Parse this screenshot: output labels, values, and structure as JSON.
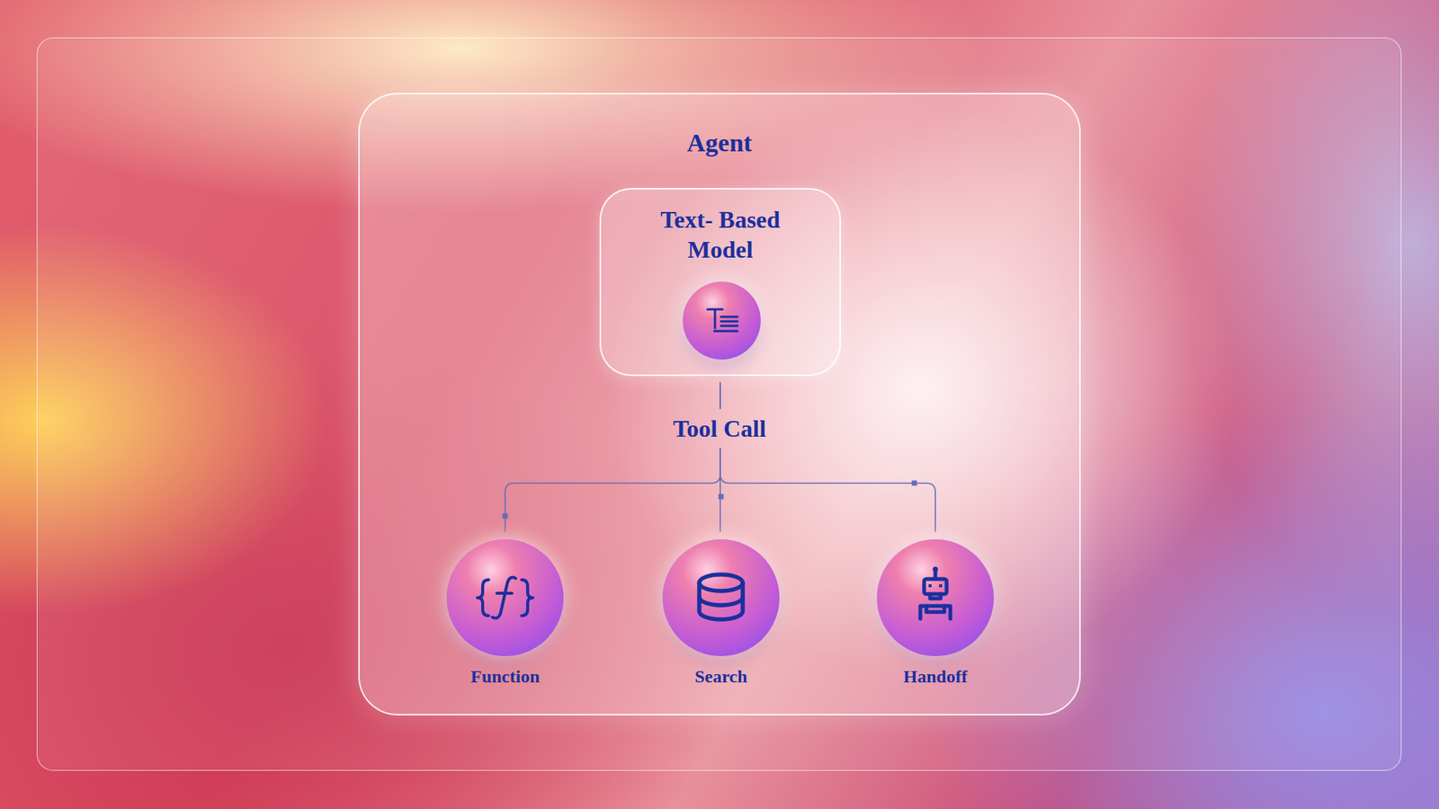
{
  "diagram": {
    "nodes": [
      {
        "text": [
          "Agent"
        ]
      },
      {
        "text": [
          "Text- Based Model"
        ],
        "in": 0
      },
      {
        "text": [
          "Function"
        ],
        "in": 0
      },
      {
        "text": [
          "Search"
        ],
        "in": 0
      },
      {
        "text": [
          "Handoff"
        ],
        "in": 0
      }
    ],
    "edges": [
      {
        "from": 1,
        "to": 2,
        "arrow": "none"
      },
      {
        "from": 1,
        "to": 3,
        "arrow": "none"
      },
      {
        "from": 1,
        "to": 4,
        "arrow": "none"
      }
    ],
    "labels": [
      "Tool Call"
    ]
  }
}
